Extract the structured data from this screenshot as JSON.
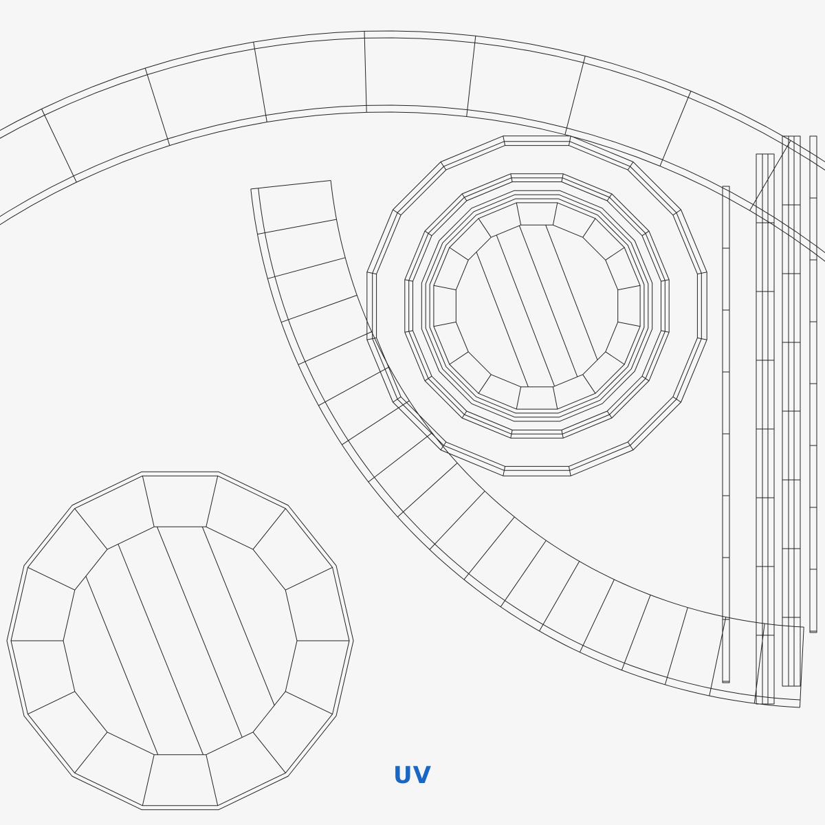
{
  "label": "UV",
  "colors": {
    "background": "#f6f6f6",
    "wireframe": "#222222",
    "label": "#1a66c2"
  },
  "islands": [
    "top-arc-strip",
    "large-curved-strip",
    "right-ring-disc",
    "bottom-left-disc",
    "vertical-strip-1",
    "vertical-strip-2",
    "vertical-strip-3",
    "vertical-strip-4"
  ]
}
